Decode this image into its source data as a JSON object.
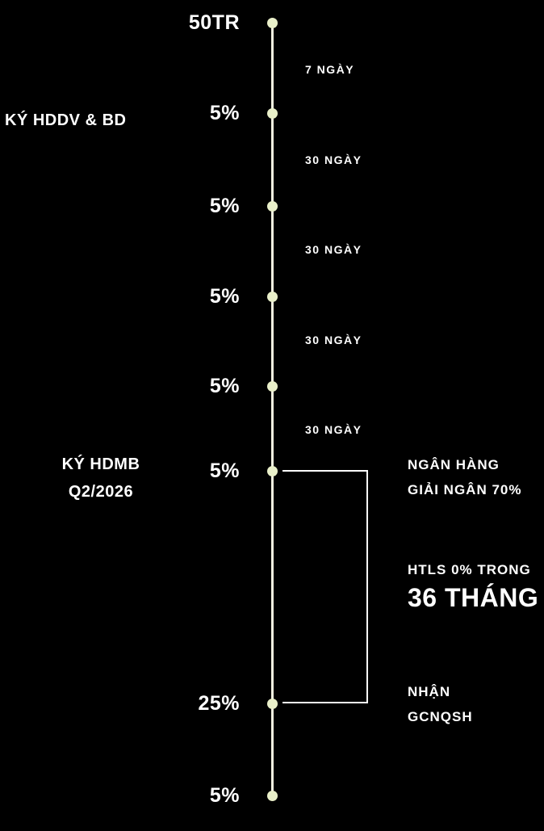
{
  "colors": {
    "background": "#000000",
    "line": "#f4f2e1",
    "dot": "#e9efc9",
    "bracket": "#ffffff",
    "text": "#ffffff"
  },
  "timeline": {
    "start_amount": "50TR",
    "milestones": [
      {
        "value": "5%",
        "label": "KÝ HDDV & BD"
      },
      {
        "value": "5%"
      },
      {
        "value": "5%"
      },
      {
        "value": "5%"
      },
      {
        "value": "5%",
        "label_line1": "KÝ HDMB",
        "label_line2": "Q2/2026"
      },
      {
        "value": "25%"
      },
      {
        "value": "5%"
      }
    ],
    "intervals": [
      "7 NGÀY",
      "30 NGÀY",
      "30 NGÀY",
      "30 NGÀY",
      "30 NGÀY"
    ]
  },
  "annotations": {
    "bank": {
      "line1": "NGÂN HÀNG",
      "line2": "GIẢI NGÂN 70%"
    },
    "htls": {
      "line1": "HTLS 0% TRONG",
      "line2": "36 THÁNG"
    },
    "receive": {
      "line1": "NHẬN",
      "line2": "GCNQSH"
    }
  }
}
